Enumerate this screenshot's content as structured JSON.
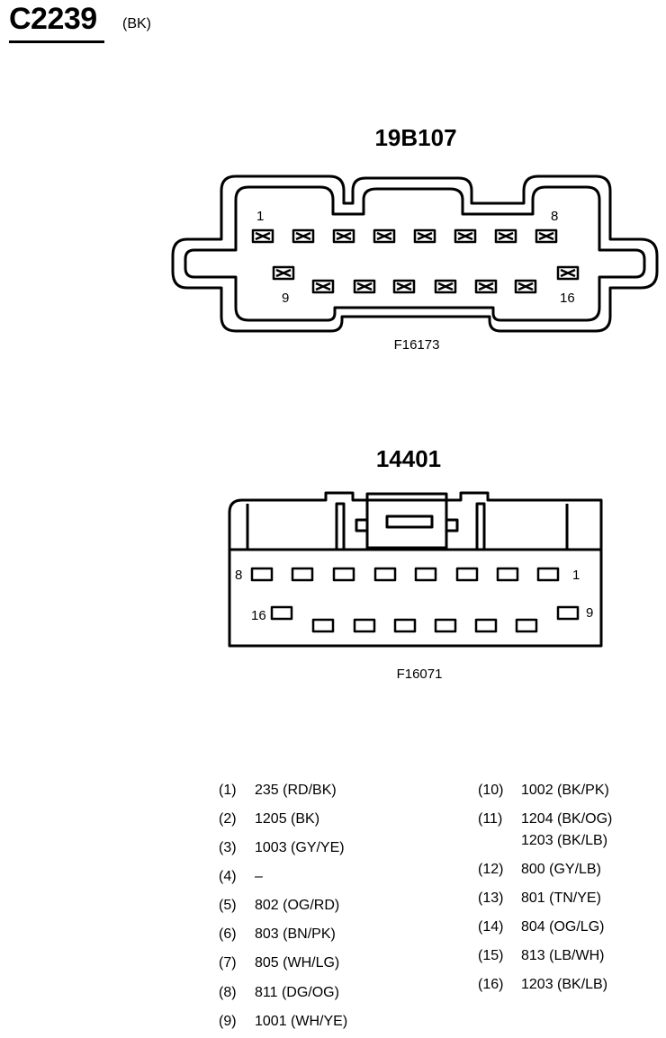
{
  "header": {
    "connector_id": "C2239",
    "connector_color": "(BK)"
  },
  "connector_top": {
    "part_number": "19B107",
    "figure_id": "F16173",
    "pin_labels": {
      "top_left": "1",
      "top_right": "8",
      "bottom_left": "9",
      "bottom_right": "16"
    }
  },
  "connector_bottom": {
    "part_number": "14401",
    "figure_id": "F16071",
    "pin_labels": {
      "top_left": "8",
      "top_right": "1",
      "bottom_left": "16",
      "bottom_right": "9"
    }
  },
  "pinout_left": [
    {
      "pin": "(1)",
      "wire": "235 (RD/BK)"
    },
    {
      "pin": "(2)",
      "wire": "1205 (BK)"
    },
    {
      "pin": "(3)",
      "wire": "1003 (GY/YE)"
    },
    {
      "pin": "(4)",
      "wire": "–"
    },
    {
      "pin": "(5)",
      "wire": "802 (OG/RD)"
    },
    {
      "pin": "(6)",
      "wire": "803 (BN/PK)"
    },
    {
      "pin": "(7)",
      "wire": "805 (WH/LG)"
    },
    {
      "pin": "(8)",
      "wire": "811 (DG/OG)"
    },
    {
      "pin": "(9)",
      "wire": "1001 (WH/YE)"
    }
  ],
  "pinout_right": [
    {
      "pin": "(10)",
      "wire": "1002 (BK/PK)"
    },
    {
      "pin": "(11)",
      "wire": "1204 (BK/OG)",
      "wire2": "1203 (BK/LB)"
    },
    {
      "pin": "(12)",
      "wire": "800 (GY/LB)"
    },
    {
      "pin": "(13)",
      "wire": "801 (TN/YE)"
    },
    {
      "pin": "(14)",
      "wire": "804 (OG/LG)"
    },
    {
      "pin": "(15)",
      "wire": "813 (LB/WH)"
    },
    {
      "pin": "(16)",
      "wire": "1203 (BK/LB)"
    }
  ]
}
